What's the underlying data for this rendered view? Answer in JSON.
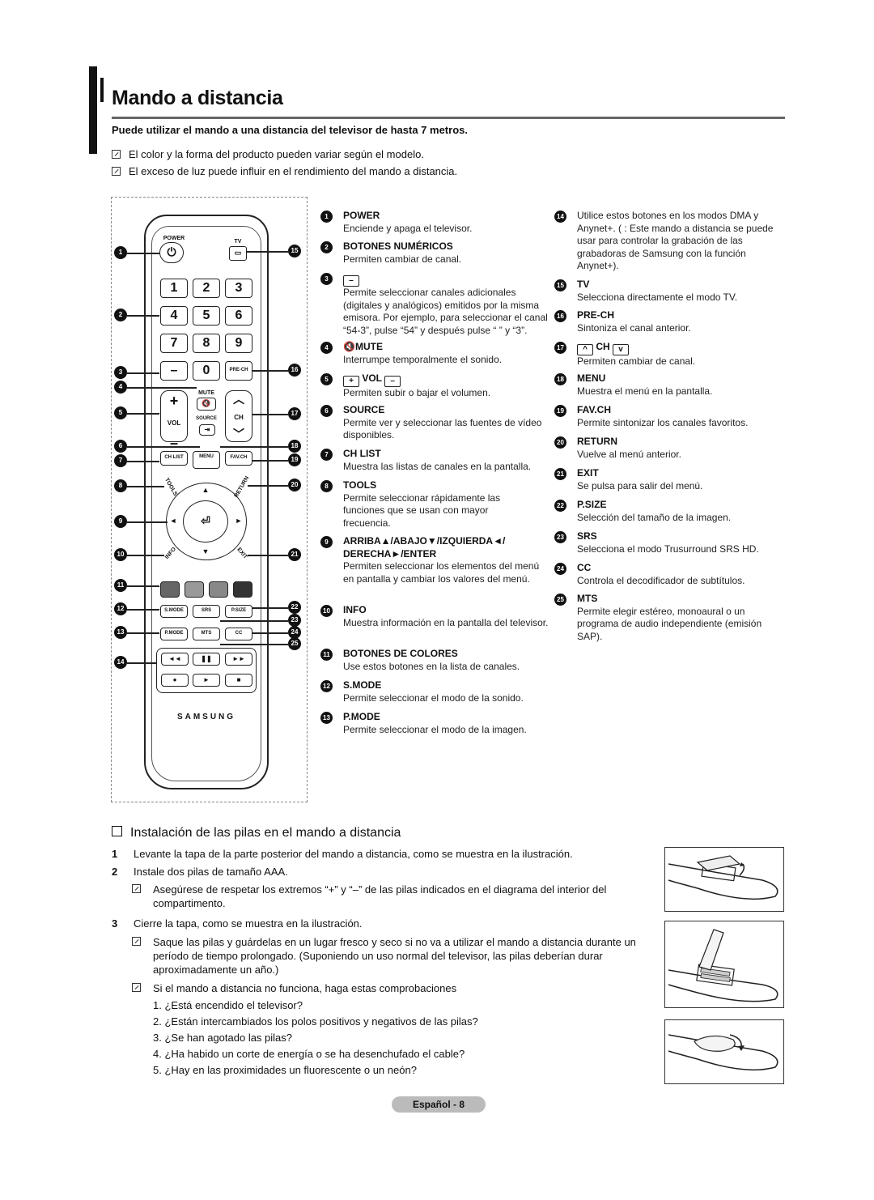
{
  "header": {
    "title": "Mando a distancia",
    "subtitle": "Puede utilizar el mando a una distancia del televisor de hasta 7 metros.",
    "notes": [
      "El color y la forma del producto pueden variar según el modelo.",
      "El exceso de luz puede influir en el rendimiento del mando a distancia."
    ]
  },
  "remote": {
    "labels": {
      "power": "POWER",
      "tv": "TV",
      "mute": "MUTE",
      "vol": "VOL",
      "source": "SOURCE",
      "ch": "CH",
      "prech": "PRE-CH",
      "chlist": "CH LIST",
      "menu": "MENU",
      "favch": "FAV.CH",
      "tools": "TOOLS",
      "return": "RETURN",
      "info": "INFO",
      "exit": "EXIT",
      "smode": "S.MODE",
      "srs": "SRS",
      "psize": "P.SIZE",
      "pmode": "P.MODE",
      "mts": "MTS",
      "cc": "CC",
      "brand": "SAMSUNG"
    },
    "digits": [
      "1",
      "2",
      "3",
      "4",
      "5",
      "6",
      "7",
      "8",
      "9",
      "–",
      "0"
    ],
    "callouts": [
      "1",
      "2",
      "3",
      "4",
      "5",
      "6",
      "7",
      "8",
      "9",
      "10",
      "11",
      "12",
      "13",
      "14",
      "15",
      "16",
      "17",
      "18",
      "19",
      "20",
      "21",
      "22",
      "23",
      "24",
      "25"
    ]
  },
  "items_left": [
    {
      "n": "1",
      "title": "POWER",
      "desc": "Enciende y apaga el televisor."
    },
    {
      "n": "2",
      "title": "BOTONES NUMÉRICOS",
      "desc": "Permiten cambiar de canal."
    },
    {
      "n": "3",
      "title": "",
      "desc": "Permite seleccionar canales adicionales (digitales y analógicos) emitidos por la misma emisora. Por ejemplo, para seleccionar el canal “54-3”, pulse “54” y después pulse “ ” y “3”."
    },
    {
      "n": "4",
      "title": "MUTE",
      "desc": "Interrumpe temporalmente el sonido."
    },
    {
      "n": "5",
      "title": "VOL",
      "desc": "Permiten subir o bajar el volumen."
    },
    {
      "n": "6",
      "title": "SOURCE",
      "desc": "Permite ver y seleccionar las fuentes de vídeo disponibles."
    },
    {
      "n": "7",
      "title": "CH LIST",
      "desc": "Muestra las listas de canales en la pantalla."
    },
    {
      "n": "8",
      "title": "TOOLS",
      "desc": "Permite seleccionar rápidamente las funciones que se usan con mayor frecuencia."
    },
    {
      "n": "9",
      "title": "ARRIBA▲/ABAJO▼/IZQUIERDA◄/ DERECHA►/ENTER",
      "desc": "Permiten seleccionar los elementos del menú en pantalla y cambiar los valores del menú."
    },
    {
      "n": "10",
      "title": "INFO",
      "desc": "Muestra información en la pantalla del televisor."
    },
    {
      "n": "11",
      "title": "BOTONES DE COLORES",
      "desc": "Use estos botones en la lista de canales."
    },
    {
      "n": "12",
      "title": "S.MODE",
      "desc": "Permite seleccionar el modo de la sonido."
    },
    {
      "n": "13",
      "title": "P.MODE",
      "desc": "Permite seleccionar el modo de la imagen."
    }
  ],
  "items_right": [
    {
      "n": "14",
      "title": "",
      "desc": "Utilice estos botones en los modos DMA y Anynet+. ( : Este mando a distancia se puede usar para controlar la grabación de las grabadoras de Samsung con la función Anynet+)."
    },
    {
      "n": "15",
      "title": "TV",
      "desc": "Selecciona directamente el modo TV."
    },
    {
      "n": "16",
      "title": "PRE-CH",
      "desc": "Sintoniza el canal anterior."
    },
    {
      "n": "17",
      "title": "CH",
      "desc": "Permiten cambiar de canal."
    },
    {
      "n": "18",
      "title": "MENU",
      "desc": "Muestra el menú en la pantalla."
    },
    {
      "n": "19",
      "title": "FAV.CH",
      "desc": "Permite sintonizar los canales favoritos."
    },
    {
      "n": "20",
      "title": "RETURN",
      "desc": "Vuelve al menú anterior."
    },
    {
      "n": "21",
      "title": "EXIT",
      "desc": "Se pulsa para salir del menú."
    },
    {
      "n": "22",
      "title": "P.SIZE",
      "desc": "Selección del tamaño de la imagen."
    },
    {
      "n": "23",
      "title": "SRS",
      "desc": "Selecciona el modo Trusurround SRS HD."
    },
    {
      "n": "24",
      "title": "CC",
      "desc": "Controla el decodificador de subtítulos."
    },
    {
      "n": "25",
      "title": "MTS",
      "desc": "Permite elegir estéreo, monoaural o un programa de audio independiente (emisión SAP)."
    }
  ],
  "battery": {
    "title": "Instalación de las pilas en el mando a distancia",
    "step1": "Levante la tapa de la parte posterior del mando a distancia, como se muestra en la ilustración.",
    "step2": "Instale dos pilas de tamaño AAA.",
    "step2_note": "Asegúrese de respetar los extremos “+” y “–” de las pilas indicados en el diagrama del interior del compartimento.",
    "step3": "Cierre la tapa, como se muestra en la ilustración.",
    "step3_note1": "Saque las pilas y guárdelas en un lugar fresco y seco si no va a utilizar el mando a distancia durante un período de tiempo prolongado. (Suponiendo un uso normal del televisor, las pilas deberían durar aproximadamente un año.)",
    "step3_note2": "Si el mando a distancia no funciona, haga estas comprobaciones",
    "checks": [
      "1.  ¿Está encendido el televisor?",
      "2.  ¿Están intercambiados los polos positivos y negativos de las pilas?",
      "3.  ¿Se han agotado las pilas?",
      "4.  ¿Ha habido un corte de energía o se ha desenchufado el cable?",
      "5.  ¿Hay en las proximidades un fluorescente o un neón?"
    ]
  },
  "footer": "Español - 8"
}
